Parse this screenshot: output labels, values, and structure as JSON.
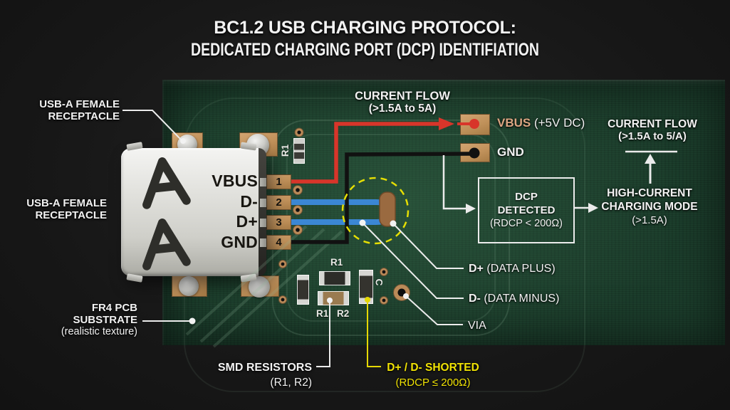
{
  "title": {
    "line1": "BC1.2 USB CHARGING PROTOCOL:",
    "line2": "DEDICATED CHARGING PORT (DCP) IDENTIFIATION"
  },
  "labels": {
    "receptacle_top": {
      "line1": "USB-A FEMALE",
      "line2": "RECEPTACLE"
    },
    "receptacle_side": {
      "line1": "USB-A FEMALE",
      "line2": "RECEPTACLE"
    },
    "fr4": {
      "line1": "FR4 PCB",
      "line2": "SUBSTRATE",
      "line3": "(realistic texture)"
    },
    "current_flow_top": {
      "line1": "CURRENT FLOW",
      "line2": "(>1.5A to 5A)"
    },
    "vbus_pad": {
      "name": "VBUS",
      "detail": "(+5V DC)"
    },
    "gnd_pad": {
      "name": "GND"
    },
    "current_flow_right": {
      "line1": "CURRENT FLOW",
      "line2": "(>1.5A to 5/A)"
    },
    "dcp_box": {
      "line1": "DCP",
      "line2": "DETECTED",
      "line3": "(RDCP < 200Ω)"
    },
    "high_current": {
      "line1": "HIGH-CURRENT",
      "line2": "CHARGING MODE",
      "line3": "(>1.5A)"
    },
    "data_plus": {
      "bold": "D+",
      "rest": "(DATA PLUS)"
    },
    "data_minus": {
      "bold": "D-",
      "rest": "(DATA MINUS)"
    },
    "via": "VIA",
    "smd_resistors": {
      "line1": "SMD RESISTORS",
      "line2": "(R1, R2)"
    },
    "shorted": {
      "line1": "D+ / D- SHORTED",
      "line2": "(RDCP ≤ 200Ω)"
    }
  },
  "connector": {
    "pins": [
      "VBUS",
      "D-",
      "D+",
      "GND"
    ],
    "pads": [
      "1",
      "2",
      "3",
      "4"
    ]
  },
  "silkscreen": {
    "r1_vertical": "R1",
    "r1_top": "R1",
    "r1_bottom": "R1",
    "r2_bottom": "R2",
    "c_label": "C"
  },
  "colors": {
    "pcb_green": "#1c3e2c",
    "copper": "#c59a66",
    "trace_red": "#d8352a",
    "trace_blue": "#3b87d4",
    "trace_black": "#111111",
    "highlight_yellow": "#e8e000",
    "label_white": "#f2f2f2",
    "vbus_tan": "#dba582"
  }
}
